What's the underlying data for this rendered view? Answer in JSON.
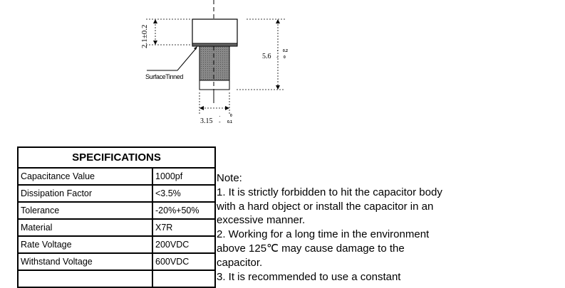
{
  "drawing": {
    "dim_height_top": "2.1±0.2",
    "dim_total_height": "5.6",
    "dim_total_tol_plus": "0.2",
    "dim_total_tol_minus": "0",
    "dim_width": "3.15",
    "dim_width_tol_plus": "0",
    "dim_width_tol_minus": "0.1",
    "surface_label": "SurfaceTinned"
  },
  "specs": {
    "title": "SPECIFICATIONS",
    "rows": [
      {
        "label": "Capacitance Value",
        "value": "1000pf"
      },
      {
        "label": "Dissipation Factor",
        "value": "<3.5%"
      },
      {
        "label": "Tolerance",
        "value": "-20%+50%"
      },
      {
        "label": "Material",
        "value": "X7R"
      },
      {
        "label": "Rate Voltage",
        "value": "200VDC"
      },
      {
        "label": "Withstand Voltage",
        "value": "600VDC"
      },
      {
        "label": "",
        "value": ""
      }
    ]
  },
  "notes": {
    "lines": [
      "Note:",
      "1. It is strictly forbidden to hit the capacitor body",
      "with a hard object or install the capacitor in an",
      "excessive manner.",
      "2. Working for a long time in the environment",
      "above 125℃ may cause damage to the",
      "capacitor.",
      "3. It is recommended to use a constant"
    ]
  }
}
